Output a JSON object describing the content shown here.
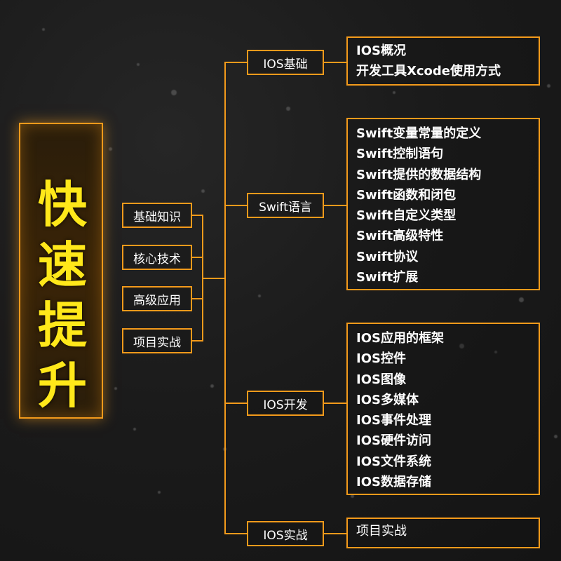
{
  "title": [
    "快",
    "速",
    "提",
    "升"
  ],
  "left_nodes": [
    "基础知识",
    "核心技术",
    "高级应用",
    "项目实战"
  ],
  "branches": [
    {
      "label": "IOS基础",
      "items": [
        "IOS概况",
        "开发工具Xcode使用方式"
      ]
    },
    {
      "label": "Swift语言",
      "items": [
        "Swift变量常量的定义",
        "Swift控制语句",
        "Swift提供的数据结构",
        "Swift函数和闭包",
        "Swift自定义类型",
        "Swift高级特性",
        "Swift协议",
        "Swift扩展"
      ]
    },
    {
      "label": "IOS开发",
      "items": [
        "IOS应用的框架",
        "IOS控件",
        "IOS图像",
        "IOS多媒体",
        "IOS事件处理",
        "IOS硬件访问",
        "IOS文件系统",
        "IOS数据存储"
      ]
    },
    {
      "label": "IOS实战",
      "items": [
        "项目实战"
      ]
    }
  ],
  "colors": {
    "accent": "#f39a1b",
    "title_text": "#ffe81a",
    "text": "#ffffff",
    "background": "#1b1b1b"
  }
}
